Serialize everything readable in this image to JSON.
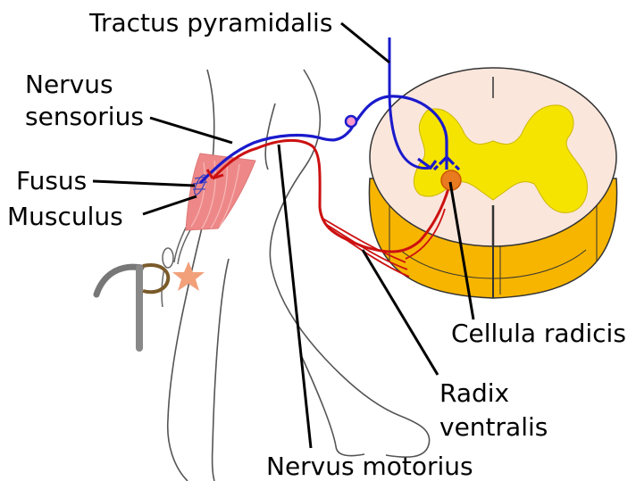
{
  "labels": {
    "tractus_pyramidalis": "Tractus pyramidalis",
    "nervus_sensorius_1": "Nervus",
    "nervus_sensorius_2": "sensorius",
    "fusus": "Fusus",
    "musculus": "Musculus",
    "cellula_radicis": "Cellula radicis",
    "radix_ventralis_1": "Radix",
    "radix_ventralis_2": "ventralis",
    "nervus_motorius": "Nervus motorius"
  },
  "colors": {
    "sensory_nerve": "#1a1acc",
    "motor_nerve": "#cc1111",
    "grey_matter": "#f5e400",
    "white_matter": "#fbe6dc",
    "cord_side": "#f7b500",
    "muscle": "#ee8888",
    "star": "#f2a07a"
  }
}
